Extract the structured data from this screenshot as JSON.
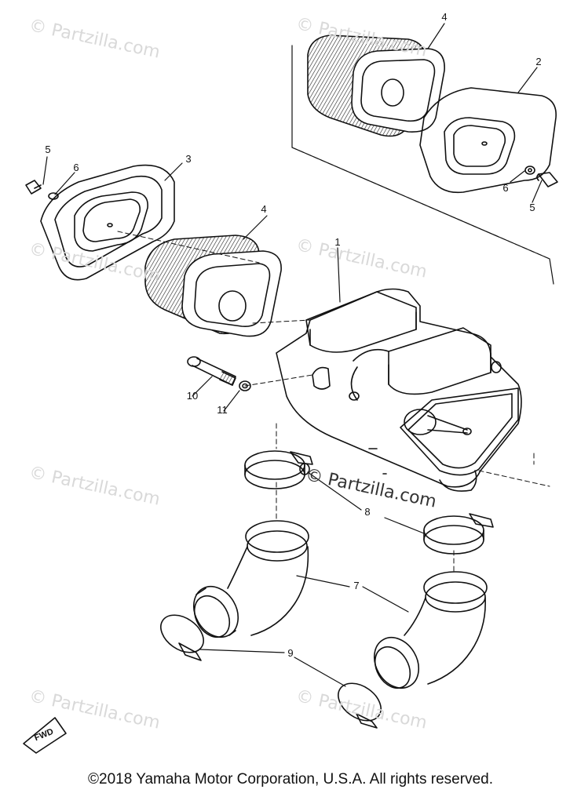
{
  "watermark_text": "© Partzilla.com",
  "watermark_inline_text": "© Partzilla.com",
  "callouts": {
    "c1": "1",
    "c2": "2",
    "c3": "3",
    "c4a": "4",
    "c4b": "4",
    "c5a": "5",
    "c5b": "5",
    "c6a": "6",
    "c6b": "6",
    "c7": "7",
    "c8": "8",
    "c9": "9",
    "c10": "10",
    "c11": "11"
  },
  "fwd_label": "FWD",
  "copyright": "©2018  Yamaha Motor Corporation, U.S.A. All rights reserved.",
  "colors": {
    "ink": "#111111",
    "watermark": "#d9d9d9",
    "background": "#ffffff"
  }
}
